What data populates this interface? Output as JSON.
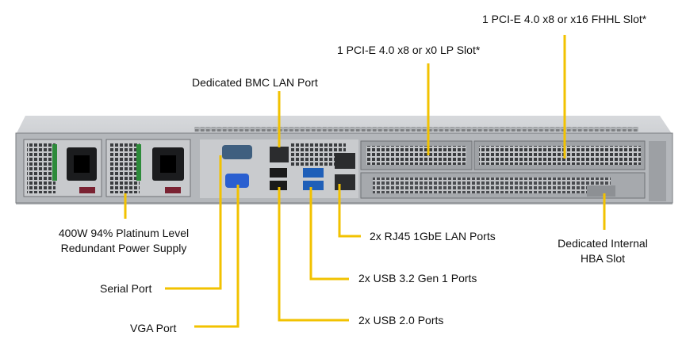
{
  "labels": {
    "slot_fhhl": "1 PCI-E 4.0 x8 or x16 FHHL Slot*",
    "slot_lp": "1 PCI-E 4.0 x8 or x0 LP Slot*",
    "bmc_lan": "Dedicated BMC LAN Port",
    "psu_line1": "400W 94% Platinum Level",
    "psu_line2": "Redundant Power Supply",
    "serial": "Serial Port",
    "vga": "VGA Port",
    "rj45": "2x RJ45 1GbE LAN Ports",
    "usb32": "2x USB 3.2 Gen 1 Ports",
    "usb20": "2x USB 2.0 Ports",
    "hba_line1": "Dedicated Internal",
    "hba_line2": "HBA Slot"
  },
  "colors": {
    "callout": "#f2c200",
    "chassis": "#b9bcc0",
    "usb3": "#1f5fb8",
    "vga": "#2a5fd0"
  }
}
